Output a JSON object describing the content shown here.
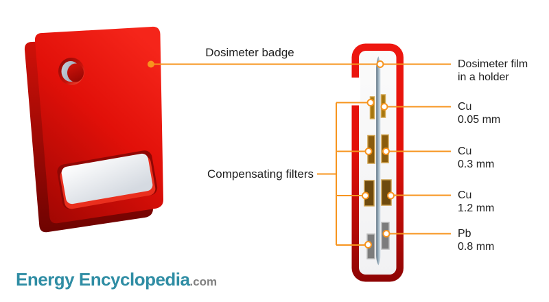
{
  "labels": {
    "badge": "Dosimeter badge",
    "film_line1": "Dosimeter film",
    "film_line2": "in a holder",
    "filters_group": "Compensating filters",
    "filter_items": [
      {
        "material": "Cu",
        "thickness": "0.05 mm"
      },
      {
        "material": "Cu",
        "thickness": "0.3 mm"
      },
      {
        "material": "Cu",
        "thickness": "1.2 mm"
      },
      {
        "material": "Pb",
        "thickness": "0.8 mm"
      }
    ]
  },
  "logo": {
    "text": "Energy Encyclopedia",
    "suffix": ".com"
  },
  "colors": {
    "leader_orange": "#f7941e",
    "badge_red": "#e21008",
    "holder_red_dark": "#8d0404",
    "film_blue_gray": "#8da3b2",
    "cu_filter_brown": "#8a5c0d",
    "pb_filter_gray": "#7c7c7c",
    "logo_teal": "#2f8da4",
    "logo_suffix_gray": "#808080",
    "text_color": "#1e1e1e"
  }
}
